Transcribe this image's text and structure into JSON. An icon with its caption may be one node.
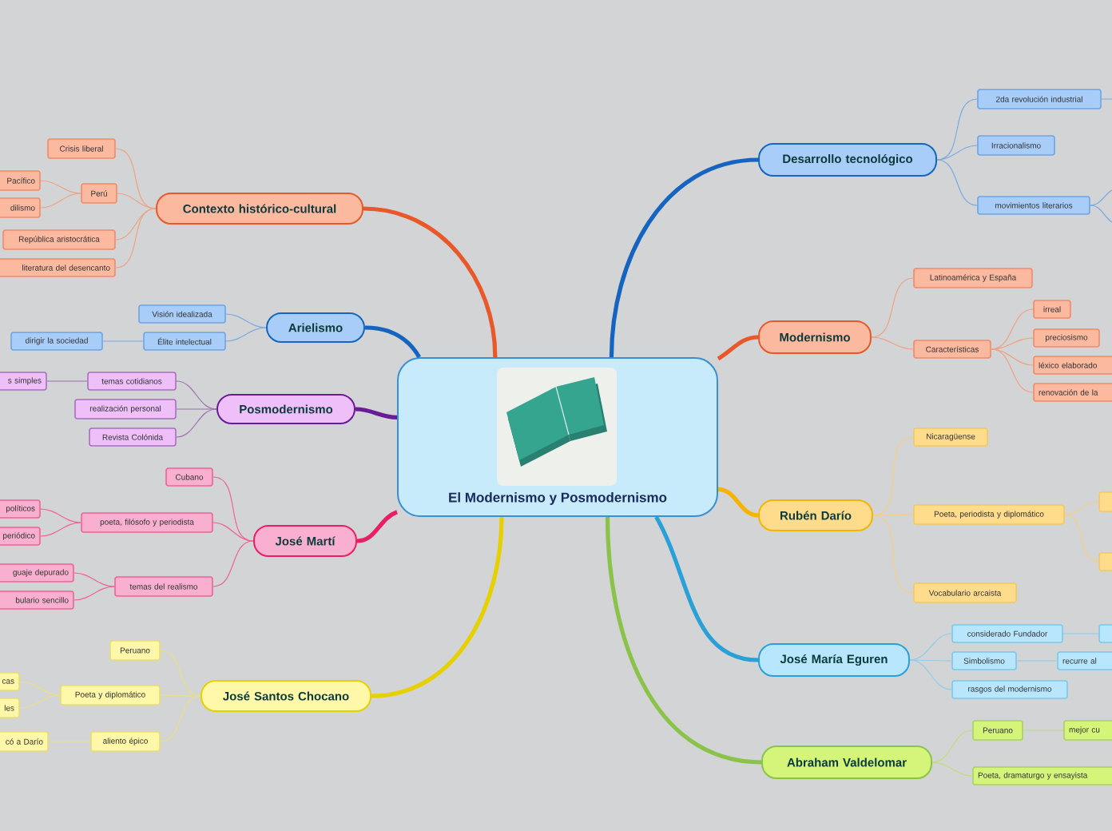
{
  "diagram": {
    "nodes": [
      {
        "text": [
          "El Modernismo y  Posmodernismo"
        ]
      },
      {
        "text": [
          "Contexto histórico-cultural"
        ]
      },
      {
        "text": [
          "Crisis liberal"
        ]
      },
      {
        "text": [
          "Perú"
        ]
      },
      {
        "text": [
          "Pacífico"
        ]
      },
      {
        "text": [
          "dilismo"
        ]
      },
      {
        "text": [
          "República aristocrática"
        ]
      },
      {
        "text": [
          "literatura del desencanto"
        ]
      },
      {
        "text": [
          "Arielismo"
        ]
      },
      {
        "text": [
          "Visión idealizada"
        ]
      },
      {
        "text": [
          "Élite intelectual"
        ]
      },
      {
        "text": [
          "dirigir la sociedad"
        ]
      },
      {
        "text": [
          "Posmodernismo"
        ]
      },
      {
        "text": [
          "temas cotidianos"
        ]
      },
      {
        "text": [
          "s simples"
        ]
      },
      {
        "text": [
          "realización personal"
        ]
      },
      {
        "text": [
          "Revista Colónida"
        ]
      },
      {
        "text": [
          "José Martí"
        ]
      },
      {
        "text": [
          "Cubano"
        ]
      },
      {
        "text": [
          "poeta, filósofo y periodista"
        ]
      },
      {
        "text": [
          "políticos"
        ]
      },
      {
        "text": [
          "periódico"
        ]
      },
      {
        "text": [
          "temas del realismo"
        ]
      },
      {
        "text": [
          "guaje depurado"
        ]
      },
      {
        "text": [
          "bulario sencillo"
        ]
      },
      {
        "text": [
          "José Santos Chocano"
        ]
      },
      {
        "text": [
          "Peruano"
        ]
      },
      {
        "text": [
          "Poeta y diplomático"
        ]
      },
      {
        "text": [
          "cas"
        ]
      },
      {
        "text": [
          "les"
        ]
      },
      {
        "text": [
          "aliento épico"
        ]
      },
      {
        "text": [
          "có a Darío"
        ]
      },
      {
        "text": [
          "Desarrollo tecnológico"
        ]
      },
      {
        "text": [
          "2da revolución industrial"
        ]
      },
      {
        "text": [
          "Irracionalismo"
        ]
      },
      {
        "text": [
          "movimientos literarios"
        ]
      },
      {
        "text": [
          "Modernismo"
        ]
      },
      {
        "text": [
          "Latinoamérica y España"
        ]
      },
      {
        "text": [
          "Características"
        ]
      },
      {
        "text": [
          "irreal"
        ]
      },
      {
        "text": [
          "preciosismo"
        ]
      },
      {
        "text": [
          "léxico elaborado"
        ]
      },
      {
        "text": [
          "renovación de la"
        ]
      },
      {
        "text": [
          "Rubén Darío"
        ]
      },
      {
        "text": [
          "Nicaragüense"
        ]
      },
      {
        "text": [
          "Poeta, periodista y diplomático"
        ]
      },
      {
        "text": [],
        "shape": "box"
      },
      {
        "text": [],
        "shape": "box"
      },
      {
        "text": [
          "Vocabulario arcaista"
        ]
      },
      {
        "text": [
          "José María Eguren"
        ]
      },
      {
        "text": [
          "considerado Fundador"
        ]
      },
      {
        "text": [],
        "shape": "box"
      },
      {
        "text": [
          "Simbolismo"
        ]
      },
      {
        "text": [
          "recurre al"
        ]
      },
      {
        "text": [
          "rasgos del modernismo"
        ]
      },
      {
        "text": [
          "Abraham Valdelomar"
        ]
      },
      {
        "text": [
          "Peruano"
        ]
      },
      {
        "text": [
          "mejor cu"
        ]
      },
      {
        "text": [
          "Poeta, dramaturgo y ensayista"
        ]
      }
    ],
    "edges": [
      {
        "from": 0,
        "to": 1,
        "arrow": "none",
        "style": "thick",
        "color": "#e8582a"
      },
      {
        "from": 0,
        "to": 8,
        "arrow": "none",
        "style": "thick",
        "color": "#1565c0"
      },
      {
        "from": 0,
        "to": 12,
        "arrow": "none",
        "style": "thick",
        "color": "#6a1b9a"
      },
      {
        "from": 0,
        "to": 17,
        "arrow": "none",
        "style": "thick",
        "color": "#e91e63"
      },
      {
        "from": 0,
        "to": 25,
        "arrow": "none",
        "style": "thick",
        "color": "#e6d000"
      },
      {
        "from": 0,
        "to": 32,
        "arrow": "none",
        "style": "thick",
        "color": "#1565c0"
      },
      {
        "from": 0,
        "to": 36,
        "arrow": "none",
        "style": "thick",
        "color": "#e8582a"
      },
      {
        "from": 0,
        "to": 43,
        "arrow": "none",
        "style": "thick",
        "color": "#f4b400"
      },
      {
        "from": 0,
        "to": 49,
        "arrow": "none",
        "style": "thick",
        "color": "#29a0d8"
      },
      {
        "from": 0,
        "to": 55,
        "arrow": "none",
        "style": "thick",
        "color": "#8bc34a"
      },
      {
        "from": 1,
        "to": 2,
        "arrow": "none",
        "color": "#f0a080"
      },
      {
        "from": 1,
        "to": 3,
        "arrow": "none",
        "color": "#f0a080"
      },
      {
        "from": 1,
        "to": 6,
        "arrow": "none",
        "color": "#f0a080"
      },
      {
        "from": 1,
        "to": 7,
        "arrow": "none",
        "color": "#f0a080"
      },
      {
        "from": 3,
        "to": 4,
        "arrow": "none",
        "color": "#f0a080"
      },
      {
        "from": 3,
        "to": 5,
        "arrow": "none",
        "color": "#f0a080"
      },
      {
        "from": 8,
        "to": 9,
        "arrow": "none",
        "color": "#7aaae0"
      },
      {
        "from": 8,
        "to": 10,
        "arrow": "none",
        "color": "#7aaae0"
      },
      {
        "from": 10,
        "to": 11,
        "arrow": "none",
        "color": "#7aaae0"
      },
      {
        "from": 12,
        "to": 13,
        "arrow": "none",
        "color": "#9c6fb0"
      },
      {
        "from": 12,
        "to": 15,
        "arrow": "none",
        "color": "#9c6fb0"
      },
      {
        "from": 12,
        "to": 16,
        "arrow": "none",
        "color": "#9c6fb0"
      },
      {
        "from": 13,
        "to": 14,
        "arrow": "none",
        "color": "#9c6fb0"
      },
      {
        "from": 17,
        "to": 18,
        "arrow": "none",
        "color": "#f06292"
      },
      {
        "from": 17,
        "to": 19,
        "arrow": "none",
        "color": "#f06292"
      },
      {
        "from": 17,
        "to": 22,
        "arrow": "none",
        "color": "#f06292"
      },
      {
        "from": 19,
        "to": 20,
        "arrow": "none",
        "color": "#f06292"
      },
      {
        "from": 19,
        "to": 21,
        "arrow": "none",
        "color": "#f06292"
      },
      {
        "from": 22,
        "to": 23,
        "arrow": "none",
        "color": "#f06292"
      },
      {
        "from": 22,
        "to": 24,
        "arrow": "none",
        "color": "#f06292"
      },
      {
        "from": 25,
        "to": 26,
        "arrow": "none",
        "color": "#ecdf80"
      },
      {
        "from": 25,
        "to": 27,
        "arrow": "none",
        "color": "#ecdf80"
      },
      {
        "from": 25,
        "to": 30,
        "arrow": "none",
        "color": "#ecdf80"
      },
      {
        "from": 27,
        "to": 28,
        "arrow": "none",
        "color": "#ecdf80"
      },
      {
        "from": 27,
        "to": 29,
        "arrow": "none",
        "color": "#ecdf80"
      },
      {
        "from": 30,
        "to": 31,
        "arrow": "none",
        "color": "#ecdf80"
      },
      {
        "from": 32,
        "to": 33,
        "arrow": "none",
        "color": "#7aaae0"
      },
      {
        "from": 32,
        "to": 34,
        "arrow": "none",
        "color": "#7aaae0"
      },
      {
        "from": 32,
        "to": 35,
        "arrow": "none",
        "color": "#7aaae0"
      },
      {
        "from": 33,
        "to": null,
        "arrow": "none",
        "color": "#7aaae0"
      },
      {
        "from": 35,
        "to": null,
        "arrow": "none",
        "color": "#7aaae0"
      },
      {
        "from": 35,
        "to": null,
        "arrow": "none",
        "color": "#7aaae0"
      },
      {
        "from": 36,
        "to": 37,
        "arrow": "none",
        "color": "#f0a080"
      },
      {
        "from": 36,
        "to": 38,
        "arrow": "none",
        "color": "#f0a080"
      },
      {
        "from": 38,
        "to": 39,
        "arrow": "none",
        "color": "#f0a080"
      },
      {
        "from": 38,
        "to": 40,
        "arrow": "none",
        "color": "#f0a080"
      },
      {
        "from": 38,
        "to": 41,
        "arrow": "none",
        "color": "#f0a080"
      },
      {
        "from": 38,
        "to": 42,
        "arrow": "none",
        "color": "#f0a080"
      },
      {
        "from": 43,
        "to": 44,
        "arrow": "none",
        "color": "#f5d080"
      },
      {
        "from": 43,
        "to": 45,
        "arrow": "none",
        "color": "#f5d080"
      },
      {
        "from": 43,
        "to": 48,
        "arrow": "none",
        "color": "#f5d080"
      },
      {
        "from": 45,
        "to": 46,
        "arrow": "none",
        "color": "#f5d080"
      },
      {
        "from": 45,
        "to": 47,
        "arrow": "none",
        "color": "#f5d080"
      },
      {
        "from": 49,
        "to": 50,
        "arrow": "none",
        "color": "#90cce8"
      },
      {
        "from": 49,
        "to": 52,
        "arrow": "none",
        "color": "#90cce8"
      },
      {
        "from": 49,
        "to": 54,
        "arrow": "none",
        "color": "#90cce8"
      },
      {
        "from": 50,
        "to": 51,
        "arrow": "none",
        "color": "#90cce8"
      },
      {
        "from": 52,
        "to": 53,
        "arrow": "none",
        "color": "#90cce8"
      },
      {
        "from": 55,
        "to": 56,
        "arrow": "none",
        "color": "#c0dc80"
      },
      {
        "from": 55,
        "to": 58,
        "arrow": "none",
        "color": "#c0dc80"
      },
      {
        "from": 56,
        "to": 57,
        "arrow": "none",
        "color": "#c0dc80"
      }
    ]
  }
}
